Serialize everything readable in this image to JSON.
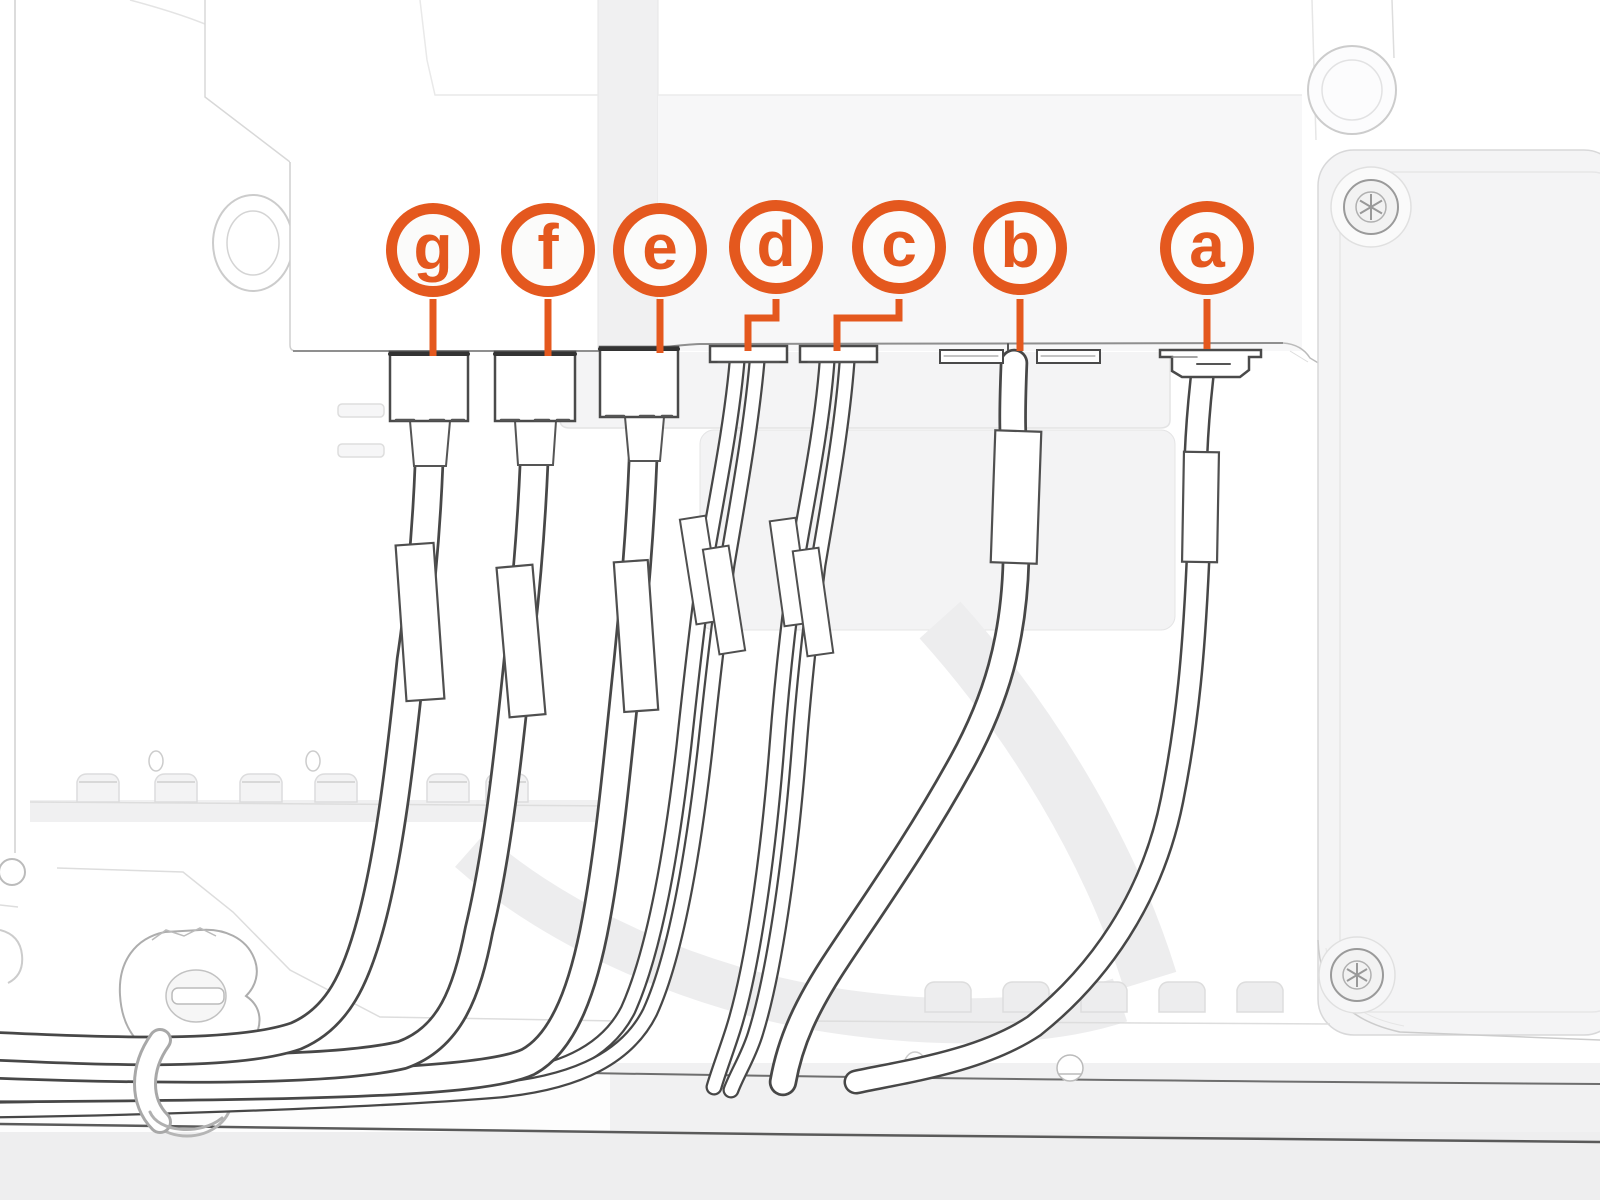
{
  "figure": {
    "kind": "repair-guide-step-illustration",
    "subject": "Internal chassis line art with seven labeled cable connectors"
  },
  "colors": {
    "accent_orange": "#e4581e",
    "line_dark": "#4a4a4a",
    "line_faint": "#d8d8d8",
    "panel_gray": "#f2f2f3",
    "background": "#ffffff"
  },
  "callouts": [
    {
      "id": "g",
      "letter": "g"
    },
    {
      "id": "f",
      "letter": "f"
    },
    {
      "id": "e",
      "letter": "e"
    },
    {
      "id": "d",
      "letter": "d"
    },
    {
      "id": "c",
      "letter": "c"
    },
    {
      "id": "b",
      "letter": "b"
    },
    {
      "id": "a",
      "letter": "a"
    }
  ]
}
